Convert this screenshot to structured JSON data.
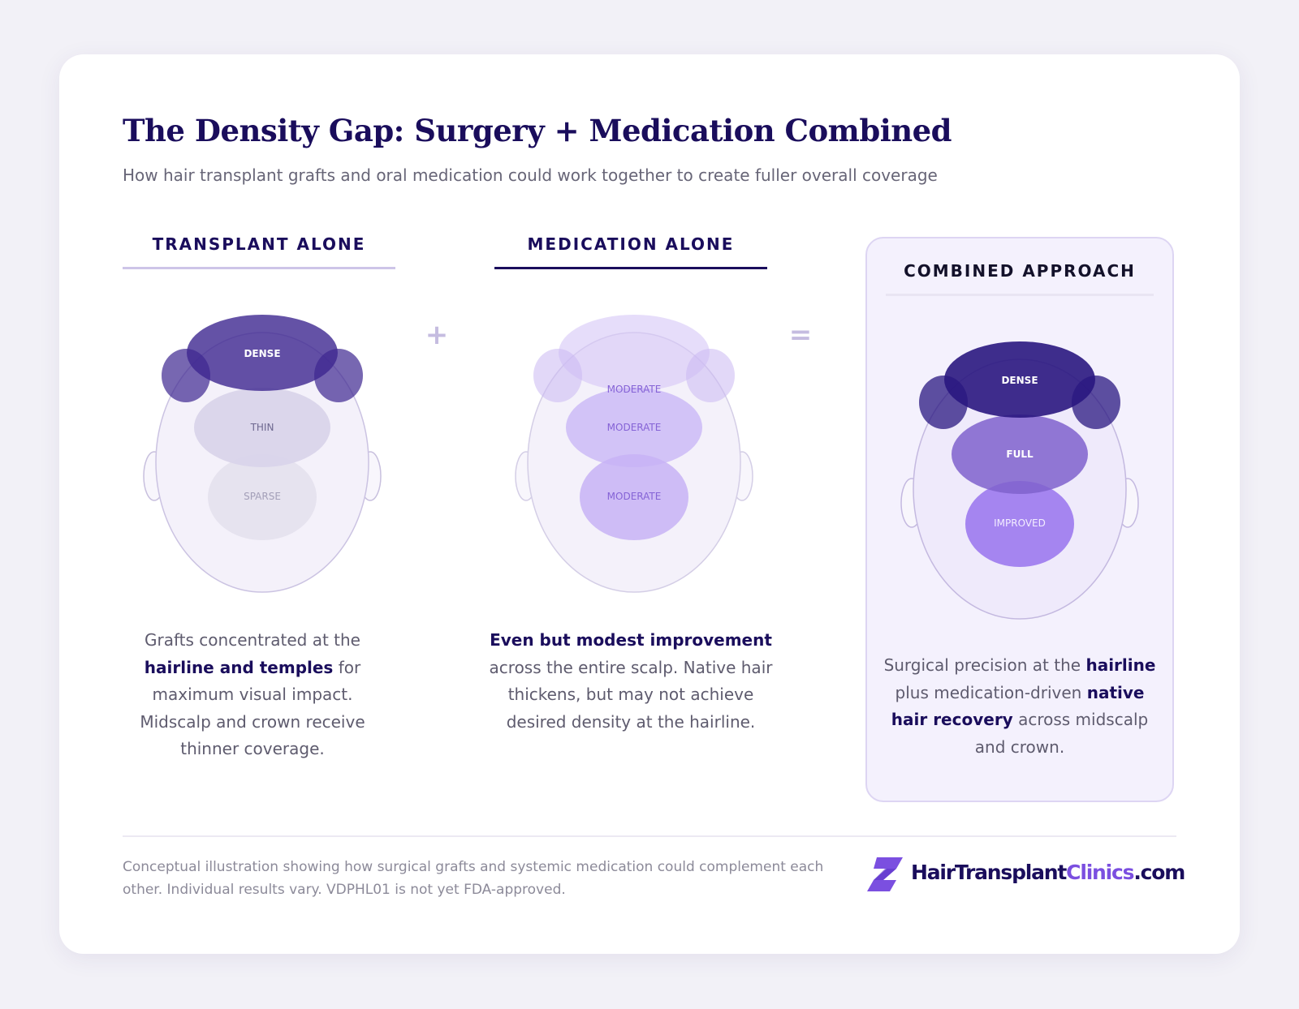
{
  "title": "The Density Gap: Surgery + Medication Combined",
  "subtitle": "How hair transplant grafts and oral medication could work together to create fuller overall coverage",
  "operators": {
    "plus": "+",
    "equals": "="
  },
  "columns": [
    {
      "heading": "TRANSPLANT ALONE",
      "zones": {
        "hairline": "DENSE",
        "midscalp": "THIN",
        "crown": "SPARSE"
      },
      "desc": {
        "p1": "Grafts concentrated at the ",
        "b1": "hairline and temples",
        "p2": " for maximum visual impact. Midscalp and crown receive thinner coverage."
      }
    },
    {
      "heading": "MEDICATION ALONE",
      "zones": {
        "hairline": "MODERATE",
        "midscalp": "MODERATE",
        "crown": "MODERATE"
      },
      "desc": {
        "b1": "Even but modest improvement",
        "p1": " across the entire scalp. Native hair thickens, but may not achieve desired density at the hairline."
      }
    },
    {
      "heading": "COMBINED APPROACH",
      "zones": {
        "hairline": "DENSE",
        "midscalp": "FULL",
        "crown": "IMPROVED"
      },
      "desc": {
        "p1": "Surgical precision at the ",
        "b1": "hairline",
        "p2": " plus medication-driven ",
        "b2": "native hair recovery",
        "p3": " across midscalp and crown."
      }
    }
  ],
  "footnote": "Conceptual illustration showing how surgical grafts and systemic medication could complement each other. Individual results vary. VDPHL01 is not yet FDA-approved.",
  "brand": {
    "part1": "HairTransplant",
    "part2": "Clinics",
    "part3": ".com"
  },
  "icons": {
    "plus": "plus-icon",
    "equals": "equals-icon",
    "logo": "brand-logo-icon"
  },
  "colors": {
    "navy": "#1a0d5c",
    "accent": "#7b4fe0",
    "dense": "#3d2790",
    "full": "#8b72d4",
    "improved": "#a585f0",
    "moderate": "#c7b3f5",
    "thin": "#d9d4ea",
    "sparse": "#e6e3ef"
  }
}
